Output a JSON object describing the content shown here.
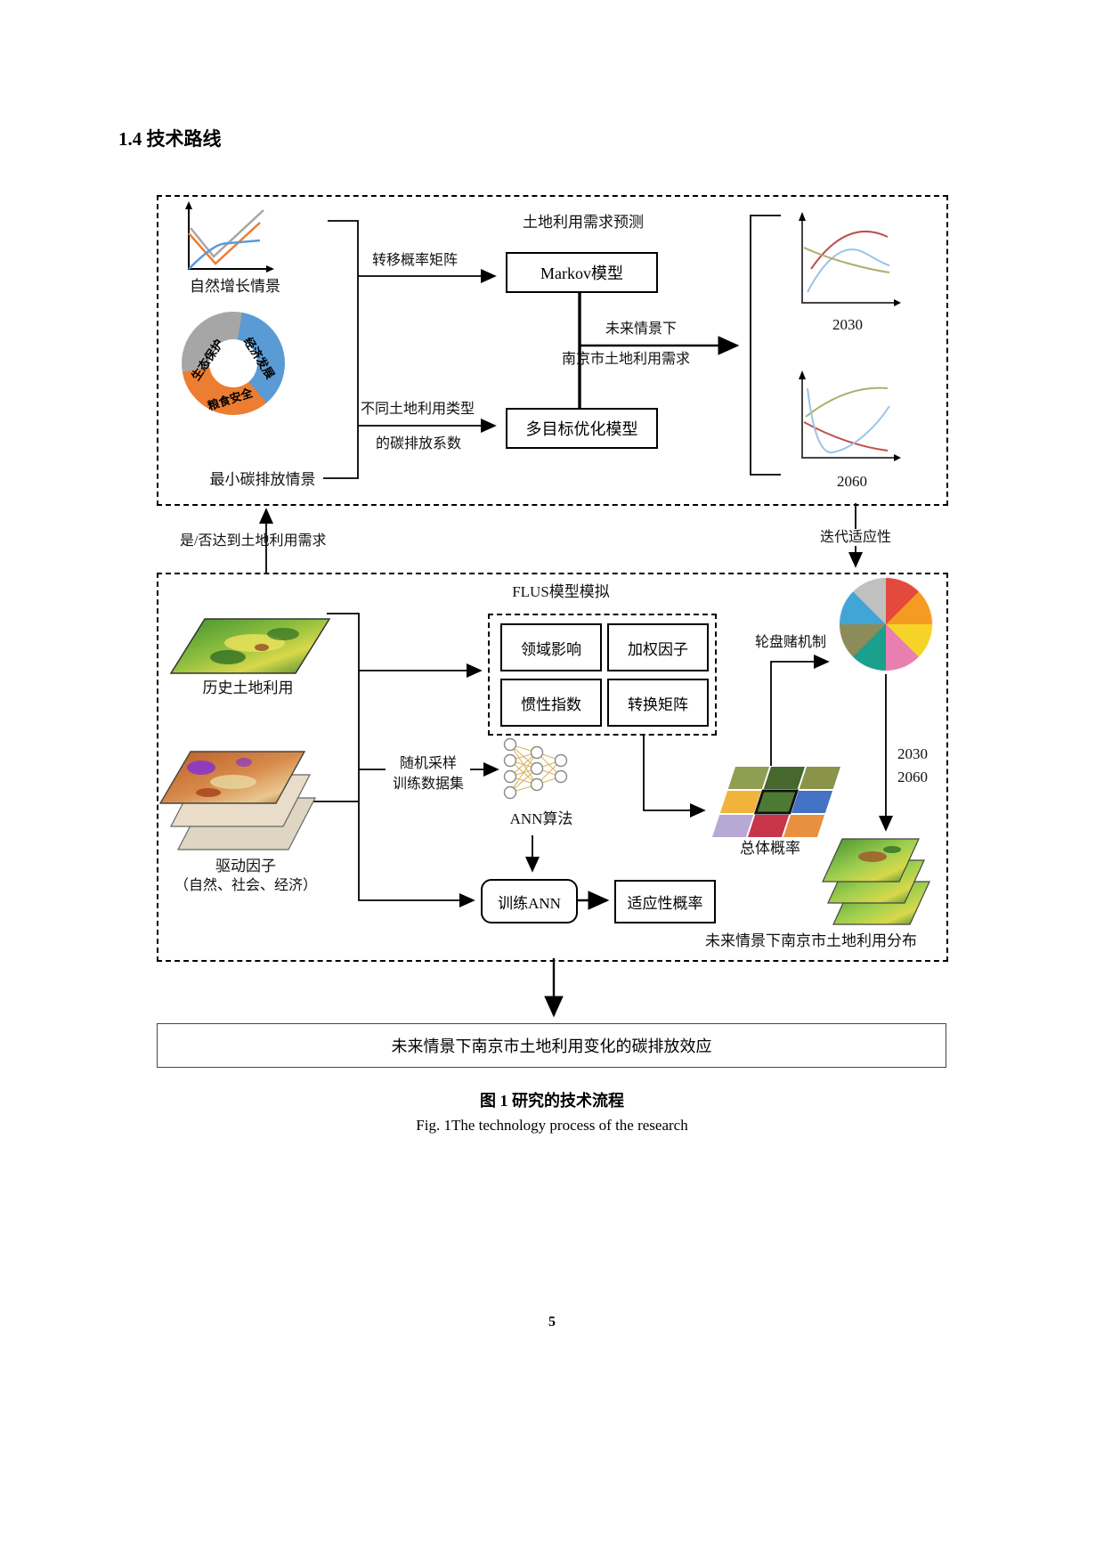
{
  "page": {
    "section_heading": "1.4 技术路线",
    "caption_zh": "图  1 研究的技术流程",
    "caption_en": "Fig. 1The technology process of the research",
    "page_number": "5"
  },
  "top_box": {
    "title": "土地利用需求预测",
    "natural_chart_label": "自然增长情景",
    "donut_label": "最小碳排放情景",
    "donut_segments": [
      {
        "label": "生态保护",
        "color": "#a6a6a6"
      },
      {
        "label": "经济发展",
        "color": "#5b9bd5"
      },
      {
        "label": "粮食安全",
        "color": "#ed7d31"
      }
    ],
    "transfer_arrow_label": "转移概率矩阵",
    "markov_box": "Markov模型",
    "emission_label_line1": "不同土地利用类型",
    "emission_label_line2": "的碳排放系数",
    "moo_box": "多目标优化模型",
    "demand_arrow_line1": "未来情景下",
    "demand_arrow_line2": "南京市土地利用需求",
    "chart_2030_label": "2030",
    "chart_2060_label": "2060"
  },
  "between": {
    "feedback_label": "是/否达到土地利用需求",
    "iteration_label": "迭代适应性"
  },
  "bottom_box": {
    "title": "FLUS模型模拟",
    "history_map_label": "历史土地利用",
    "driver_label_line1": "驱动因子",
    "driver_label_line2": "（自然、社会、经济）",
    "param_boxes": [
      "领域影响",
      "加权因子",
      "惯性指数",
      "转换矩阵"
    ],
    "sampling_label_line1": "随机采样",
    "sampling_label_line2": "训练数据集",
    "ann_label": "ANN算法",
    "train_ann_box": "训练ANN",
    "suitability_box": "适应性概率",
    "overall_prob_label": "总体概率",
    "roulette_label": "轮盘赌机制",
    "year_line1": "2030",
    "year_line2": "2060",
    "future_map_label": "未来情景下南京市土地利用分布"
  },
  "result_bar": "未来情景下南京市土地利用变化的碳排放效应",
  "colors": {
    "donut_gray": "#a6a6a6",
    "donut_blue": "#5b9bd5",
    "donut_orange": "#ed7d31",
    "line_gray": "#a6a6a6",
    "line_orange": "#ed7d31",
    "line_blue": "#5b9bd5",
    "curve_red": "#c0504d",
    "curve_olive": "#aeae6c",
    "curve_lightblue": "#9dc3e6",
    "nn_edge": "#ddb35c",
    "pie_slices": [
      "#e3493c",
      "#f59b23",
      "#f5d327",
      "#e87fb0",
      "#1aa08c",
      "#8c8c5a",
      "#41a5d5",
      "#c0c0c0"
    ]
  }
}
